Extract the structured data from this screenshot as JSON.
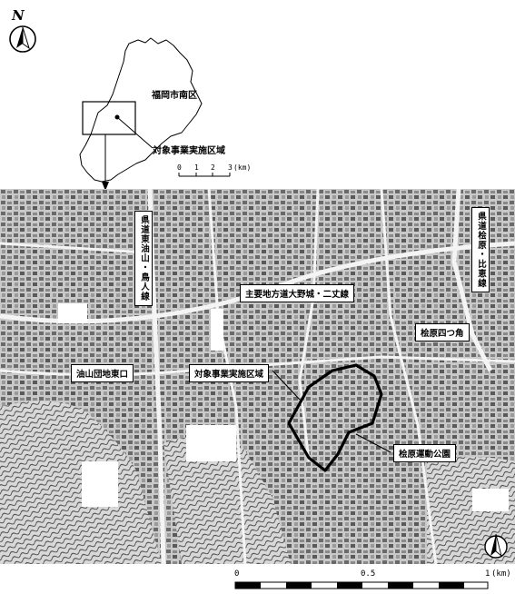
{
  "north_symbol": {
    "letter": "N"
  },
  "inset": {
    "district_label": "福岡市南区",
    "area_label": "対象事業実施区域",
    "scale": {
      "ticks": [
        "0",
        "1",
        "2",
        "3"
      ],
      "unit": "(km)"
    }
  },
  "main_map": {
    "labels": {
      "road_aburayama": "県道東油山・鳥人線",
      "road_hinohara": "県道桧原・比恵線",
      "road_main": "主要地方道大野城・二丈線",
      "hinohara_yotsukado": "桧原四つ角",
      "aburayama_danchi": "油山団地東口",
      "project_area": "対象事業実施区域",
      "hinohara_park": "桧原運動公園"
    },
    "scale": {
      "ticks": [
        "0",
        "0.5",
        "1"
      ],
      "unit": "(km)"
    }
  },
  "colors": {
    "ink": "#000000",
    "paper": "#ffffff",
    "map_bg": "#b9b9b9"
  }
}
